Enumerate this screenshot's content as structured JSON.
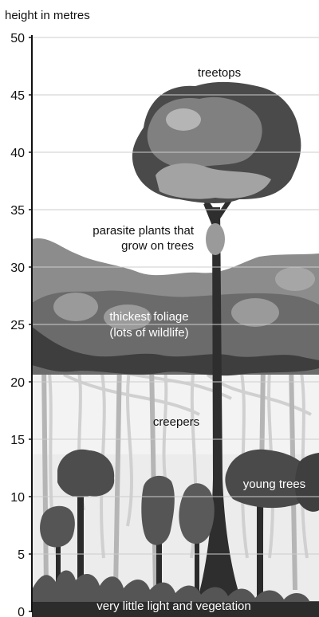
{
  "axis": {
    "title": "height in metres",
    "ticks": [
      "0",
      "5",
      "10",
      "15",
      "20",
      "25",
      "30",
      "35",
      "40",
      "45",
      "50"
    ]
  },
  "labels": {
    "treetops": "treetops",
    "parasite_line1": "parasite plants that",
    "parasite_line2": "grow on trees",
    "foliage_line1": "thickest foliage",
    "foliage_line2": "(lots of wildlife)",
    "creepers": "creepers",
    "young_trees": "young trees",
    "floor": "very little light and vegetation"
  },
  "colors": {
    "background": "#ffffff",
    "grid": "#c8c8c8",
    "treetop_dark": "#4a4a4a",
    "treetop_mid": "#7d7d7d",
    "treetop_light": "#a3a3a3",
    "canopy_band": "#727272",
    "trunk": "#2e2e2e",
    "creeper": "#d6d6d6",
    "understory": "#e6e6e6",
    "text_dark": "#111111",
    "text_light": "#ffffff"
  }
}
